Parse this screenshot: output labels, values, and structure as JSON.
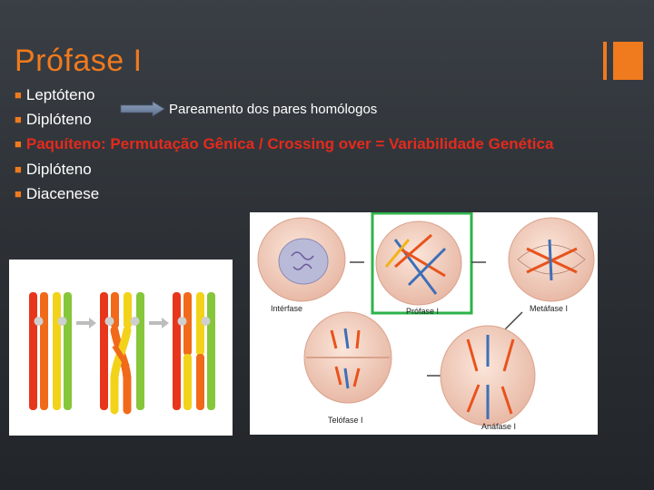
{
  "slide": {
    "title": "Prófase I",
    "bullets": [
      {
        "text": "Leptóteno"
      },
      {
        "text": "Diplóteno"
      },
      {
        "text": "Paquíteno: Permutação Gênica / Crossing over  = Variabilidade Genética"
      },
      {
        "text": "Diplóteno"
      },
      {
        "text": "Diacenese"
      }
    ],
    "note": "Pareamento dos pares homólogos",
    "colors": {
      "accent": "#f07a1e",
      "highlight": "#e42a1c",
      "text": "#ffffff",
      "box": "#2db34a"
    }
  },
  "figure": {
    "captions": {
      "interphase": "Intérfase",
      "prophase": "Prófase I",
      "metaphase": "Metáfase I",
      "anaphase": "Anáfase I",
      "telophase": "Telófase I"
    }
  }
}
